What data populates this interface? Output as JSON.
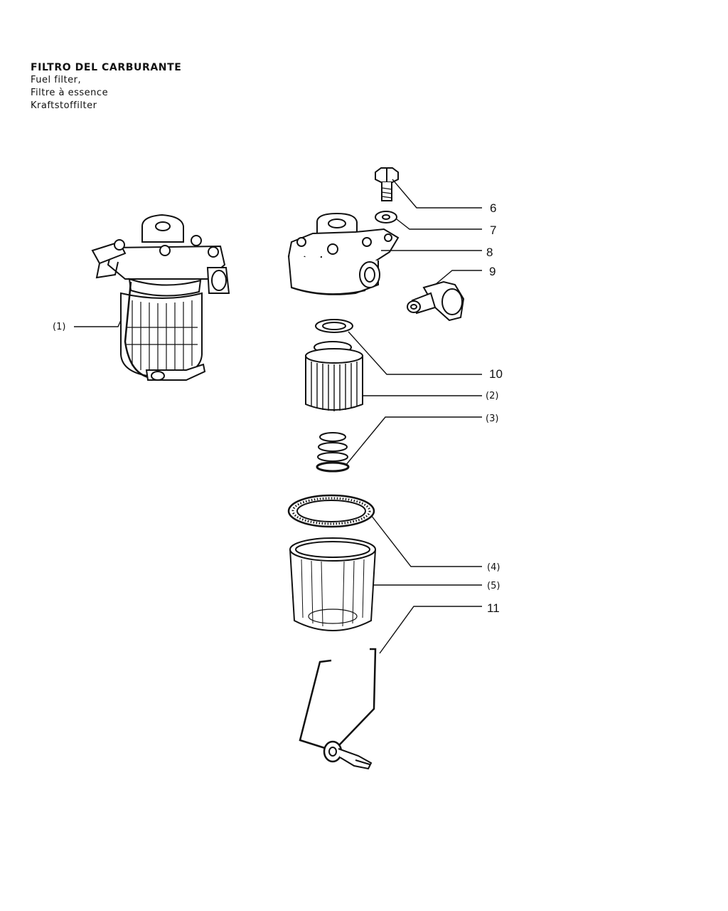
{
  "title": {
    "main": "FILTRO DEL CARBURANTE",
    "en": "Fuel filter,",
    "fr": "Filtre à essence",
    "de": "Kraftstoffilter"
  },
  "labels": {
    "l1": "(1)",
    "l2": "(2)",
    "l3": "(3)",
    "l4": "(4)",
    "l5": "(5)",
    "l6": "6",
    "l7": "7",
    "l8": "8",
    "l9": "9",
    "l10": "10",
    "l11": "11"
  }
}
